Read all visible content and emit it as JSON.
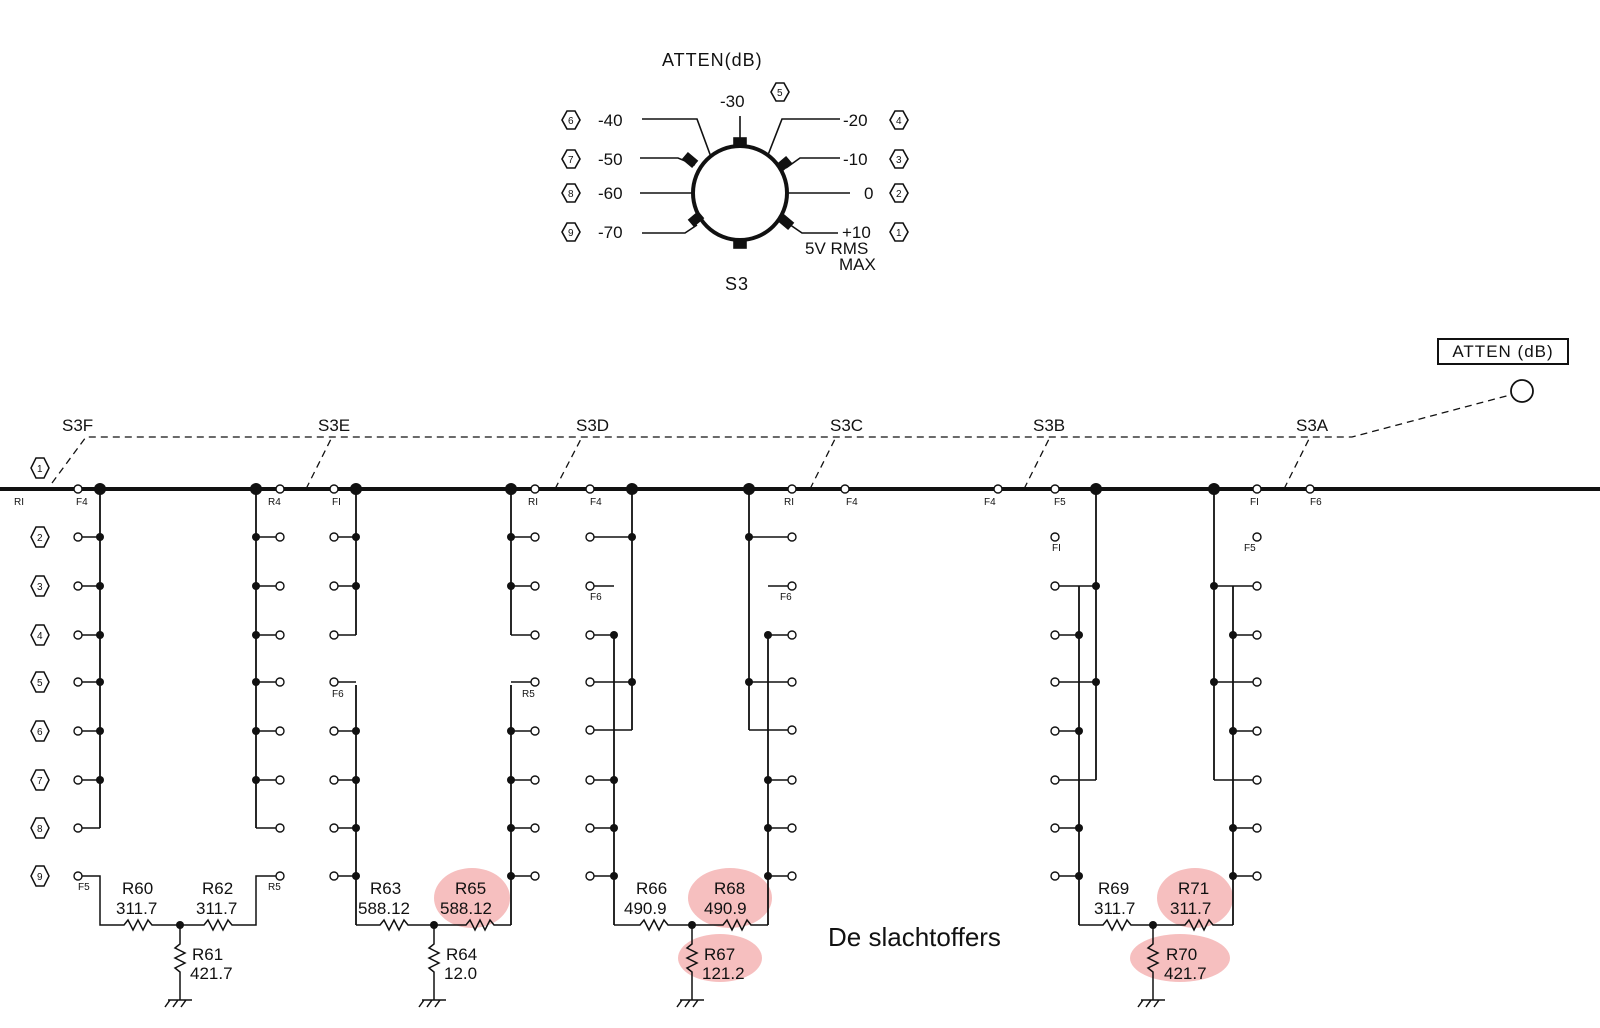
{
  "dial": {
    "title": "ATTEN(dB)",
    "switch_label": "S3",
    "rms_note_1": "5V RMS",
    "rms_note_2": "MAX",
    "positions": [
      {
        "num": "1",
        "db": "+10"
      },
      {
        "num": "2",
        "db": "0"
      },
      {
        "num": "3",
        "db": "-10"
      },
      {
        "num": "4",
        "db": "-20"
      },
      {
        "num": "5",
        "db": "-30"
      },
      {
        "num": "6",
        "db": "-40"
      },
      {
        "num": "7",
        "db": "-50"
      },
      {
        "num": "8",
        "db": "-60"
      },
      {
        "num": "9",
        "db": "-70"
      }
    ]
  },
  "control_box": "ATTEN (dB)",
  "row_numbers": [
    "1",
    "2",
    "3",
    "4",
    "5",
    "6",
    "7",
    "8",
    "9"
  ],
  "decks": [
    "S3F",
    "S3E",
    "S3D",
    "S3C",
    "S3B",
    "S3A"
  ],
  "terminals": [
    "RI",
    "F4",
    "R4",
    "FI",
    "RI",
    "F4",
    "RI",
    "F4",
    "F4",
    "F5",
    "FI",
    "F6",
    "F5",
    "R5",
    "F6",
    "R5",
    "F6",
    "F6",
    "FI",
    "F5"
  ],
  "resistors": [
    {
      "name": "R60",
      "value": "311.7"
    },
    {
      "name": "R62",
      "value": "311.7"
    },
    {
      "name": "R61",
      "value": "421.7"
    },
    {
      "name": "R63",
      "value": "588.12"
    },
    {
      "name": "R65",
      "value": "588.12"
    },
    {
      "name": "R64",
      "value": "12.0"
    },
    {
      "name": "R66",
      "value": "490.9"
    },
    {
      "name": "R68",
      "value": "490.9"
    },
    {
      "name": "R67",
      "value": "121.2"
    },
    {
      "name": "R69",
      "value": "311.7"
    },
    {
      "name": "R71",
      "value": "311.7"
    },
    {
      "name": "R70",
      "value": "421.7"
    }
  ],
  "highlighted": [
    "R65",
    "R68",
    "R67",
    "R71",
    "R70"
  ],
  "highlight_color": "#f3a9a9",
  "caption": "De slachtoffers"
}
